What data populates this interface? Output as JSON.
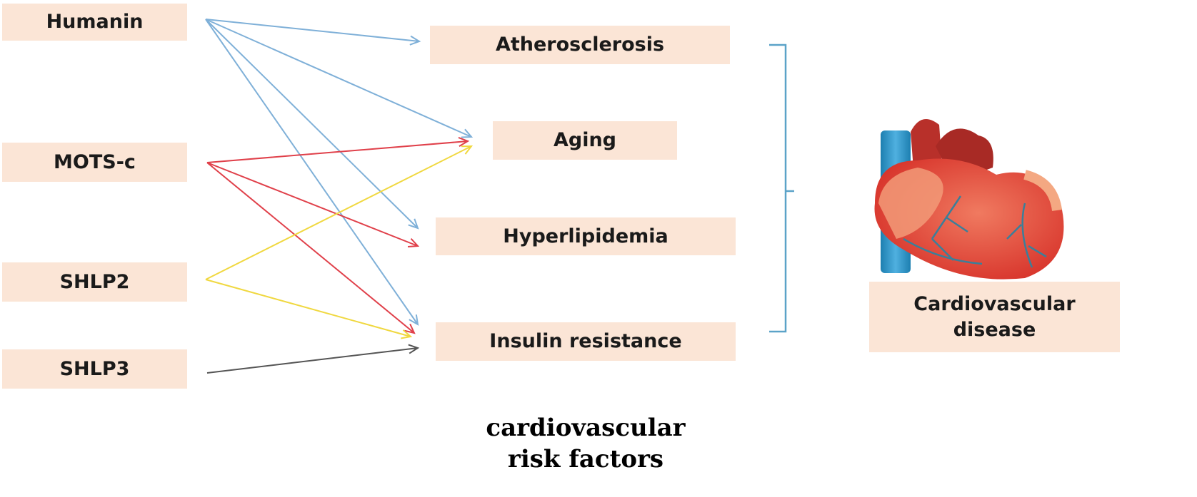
{
  "sources": [
    {
      "id": "humanin",
      "label": "Humanin"
    },
    {
      "id": "motsc",
      "label": "MOTS-c"
    },
    {
      "id": "shlp2",
      "label": "SHLP2"
    },
    {
      "id": "shlp3",
      "label": "SHLP3"
    }
  ],
  "risk_factors": [
    {
      "id": "athero",
      "label": "Atherosclerosis"
    },
    {
      "id": "aging",
      "label": "Aging"
    },
    {
      "id": "hyper",
      "label": "Hyperlipidemia"
    },
    {
      "id": "insulin",
      "label": "Insulin resistance"
    }
  ],
  "outcome": {
    "line1": "Cardiovascular",
    "line2": "disease"
  },
  "caption": {
    "line1": "cardiovascular",
    "line2": "risk factors"
  },
  "colors": {
    "humanin": "#7fb0d8",
    "motsc": "#e0404a",
    "shlp2": "#f0d840",
    "shlp3": "#555555",
    "bracket": "#5ba3c8",
    "box": "#fbe5d6"
  },
  "edges": [
    {
      "from": "humanin",
      "to": "athero"
    },
    {
      "from": "humanin",
      "to": "aging"
    },
    {
      "from": "humanin",
      "to": "hyper"
    },
    {
      "from": "humanin",
      "to": "insulin"
    },
    {
      "from": "motsc",
      "to": "aging"
    },
    {
      "from": "motsc",
      "to": "hyper"
    },
    {
      "from": "motsc",
      "to": "insulin"
    },
    {
      "from": "shlp2",
      "to": "aging"
    },
    {
      "from": "shlp2",
      "to": "insulin"
    },
    {
      "from": "shlp3",
      "to": "insulin"
    }
  ]
}
